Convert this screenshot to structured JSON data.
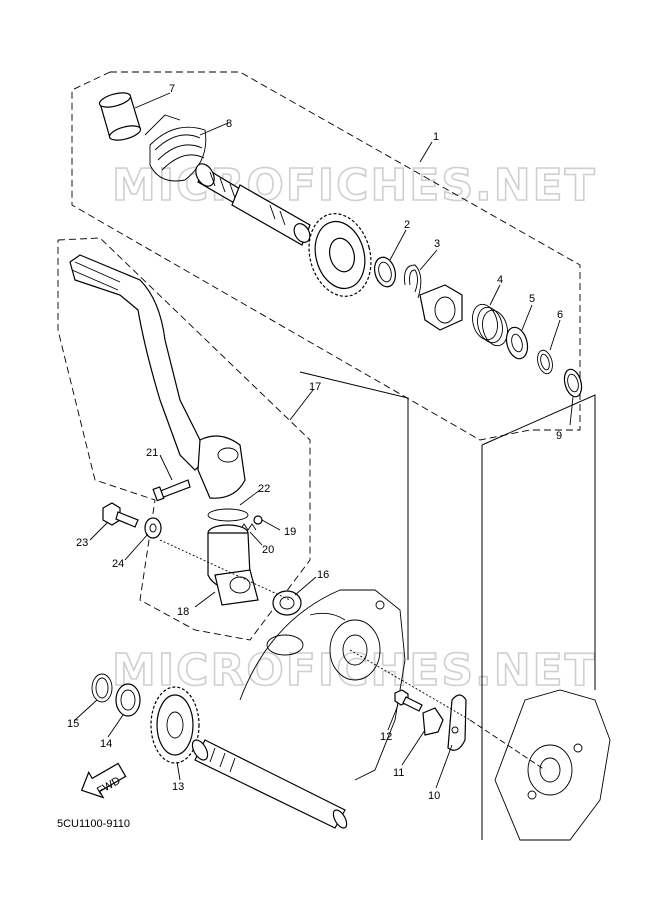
{
  "watermarks": [
    "MICROFICHES.NET",
    "MICROFICHES.NET"
  ],
  "callouts": [
    {
      "n": "1"
    },
    {
      "n": "2"
    },
    {
      "n": "3"
    },
    {
      "n": "4"
    },
    {
      "n": "5"
    },
    {
      "n": "6"
    },
    {
      "n": "7"
    },
    {
      "n": "8"
    },
    {
      "n": "9"
    },
    {
      "n": "10"
    },
    {
      "n": "11"
    },
    {
      "n": "12"
    },
    {
      "n": "13"
    },
    {
      "n": "14"
    },
    {
      "n": "15"
    },
    {
      "n": "16"
    },
    {
      "n": "17"
    },
    {
      "n": "18"
    },
    {
      "n": "19"
    },
    {
      "n": "20"
    },
    {
      "n": "21"
    },
    {
      "n": "22"
    },
    {
      "n": "23"
    },
    {
      "n": "24"
    }
  ],
  "fwd_label": "FWD",
  "diagram_code": "5CU1100-9110"
}
